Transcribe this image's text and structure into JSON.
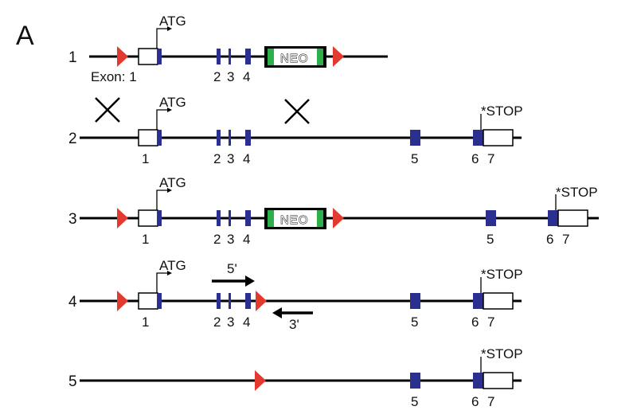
{
  "panel_label": "A",
  "exon_caption": "Exon: 1",
  "start_codon": "ATG",
  "stop_codon": "*STOP",
  "neo_label": "NEO",
  "primer_forward": "5'",
  "primer_reverse": "3'",
  "colors": {
    "exon": "#2b2f8f",
    "loxp": "#e23a2e",
    "neo_band": "#2bb04a",
    "line": "#000000"
  },
  "rows": [
    {
      "id": "1",
      "exon_labels": [
        "2",
        "3",
        "4"
      ],
      "has_loxp_left": true,
      "has_neo": true,
      "has_loxp_after_neo": true
    },
    {
      "id": "2",
      "exon_labels": [
        "1",
        "2",
        "3",
        "4",
        "5",
        "6",
        "7"
      ],
      "deleted_marks": 2
    },
    {
      "id": "3",
      "exon_labels": [
        "1",
        "2",
        "3",
        "4",
        "5",
        "6",
        "7"
      ],
      "has_loxp_left": true,
      "has_neo": true,
      "has_loxp_after_neo": true
    },
    {
      "id": "4",
      "exon_labels": [
        "1",
        "2",
        "3",
        "4",
        "5",
        "6",
        "7"
      ],
      "has_loxp_left": true,
      "has_loxp_after_exon4": true,
      "primers": true
    },
    {
      "id": "5",
      "exon_labels": [
        "5",
        "6",
        "7"
      ],
      "has_loxp_mid": true
    }
  ]
}
